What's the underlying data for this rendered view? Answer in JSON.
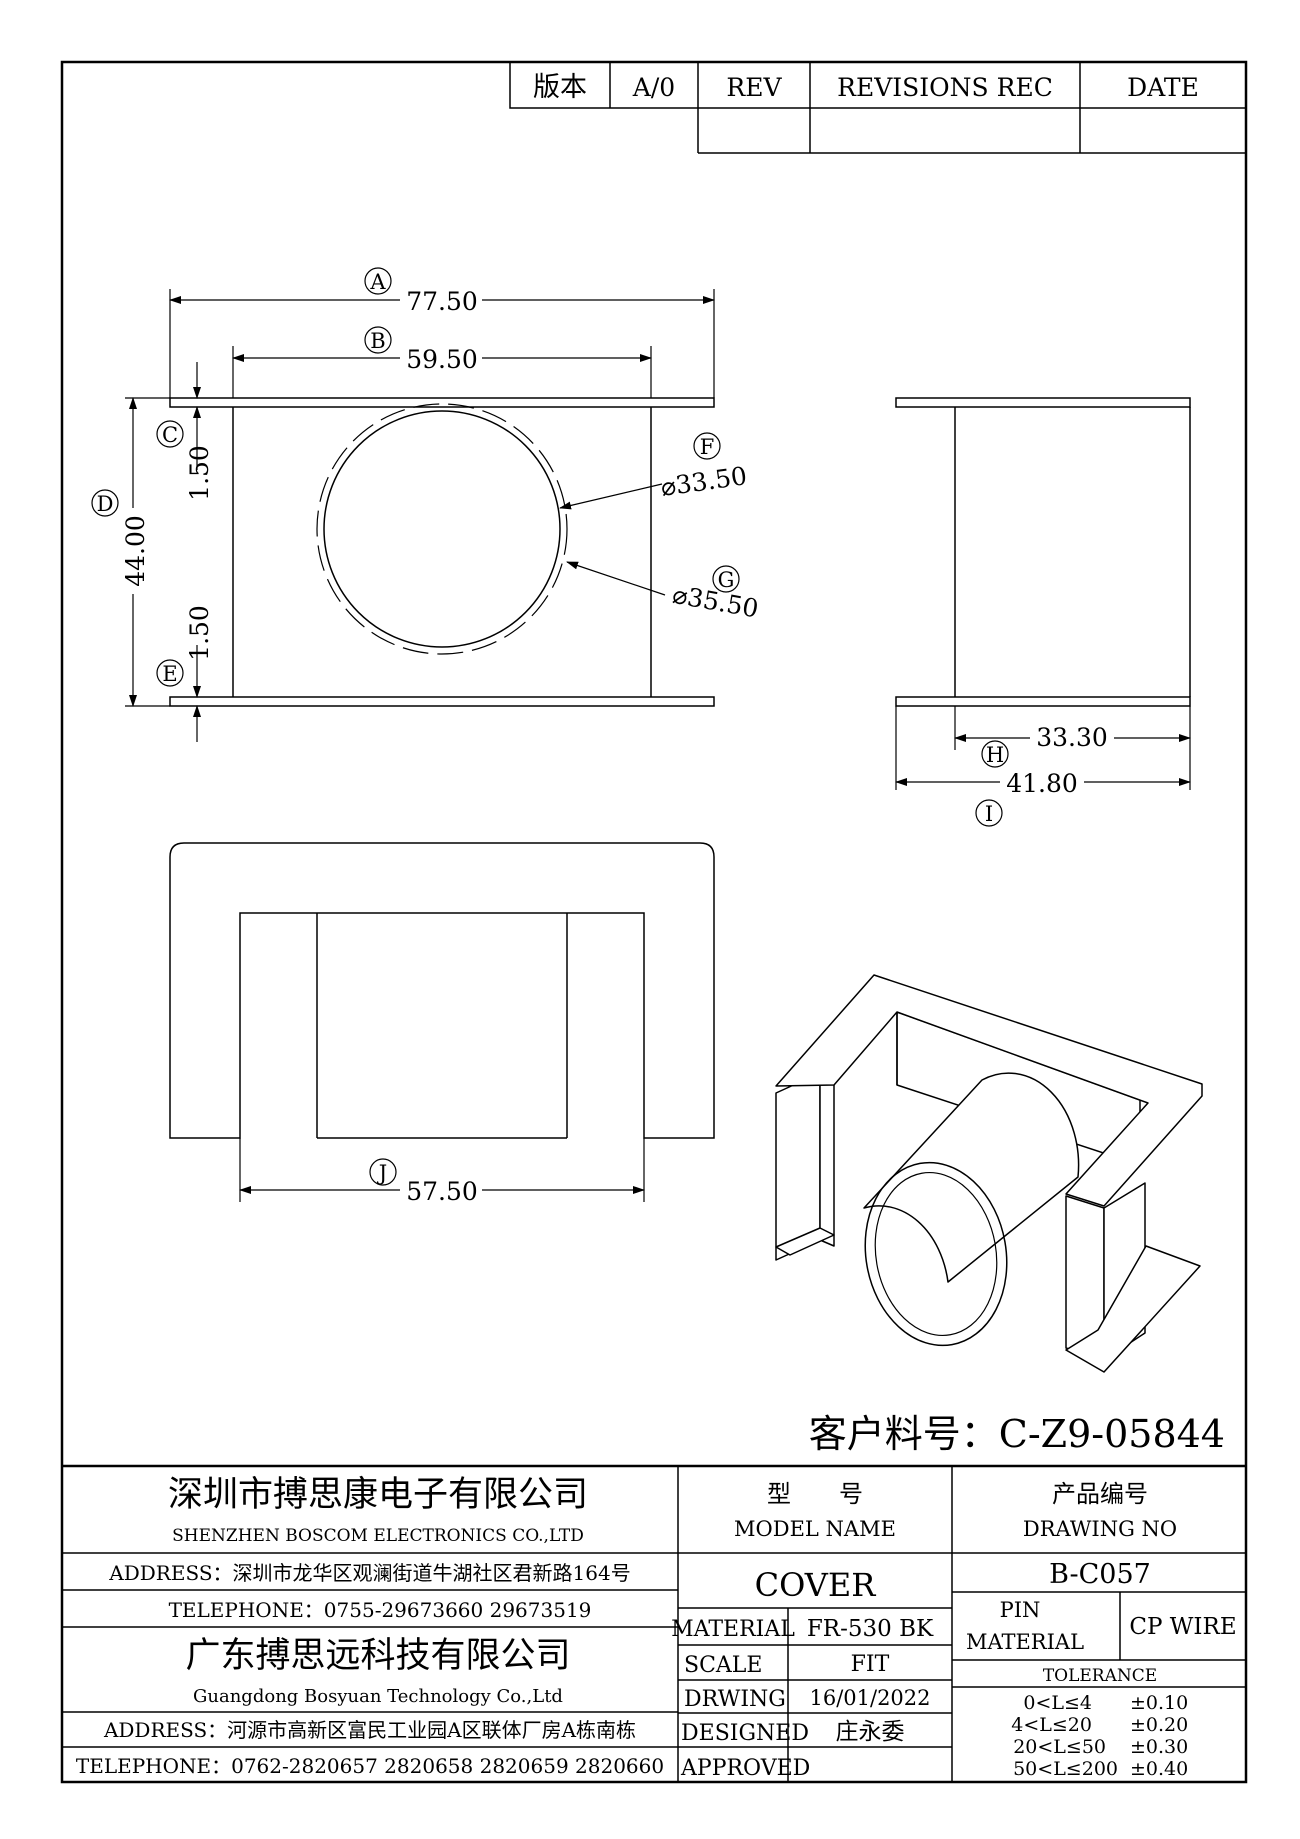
{
  "revision_table": {
    "version_label": "版本",
    "version_value": "A/0",
    "rev_header": "REV",
    "revisions_header": "REVISIONS REC",
    "date_header": "DATE"
  },
  "dimensions": {
    "A": {
      "marker": "A",
      "value": "77.50"
    },
    "B": {
      "marker": "B",
      "value": "59.50"
    },
    "C": {
      "marker": "C",
      "value": "1.50"
    },
    "D": {
      "marker": "D",
      "value": "44.00"
    },
    "E": {
      "marker": "E",
      "value": "1.50"
    },
    "F": {
      "marker": "F",
      "value": "⌀33.50"
    },
    "G": {
      "marker": "G",
      "value": "⌀35.50"
    },
    "H": {
      "marker": "H",
      "value": "33.30"
    },
    "I": {
      "marker": "I",
      "value": "41.80"
    },
    "J": {
      "marker": "J",
      "value": "57.50"
    }
  },
  "customer_part_no": "客户料号：C-Z9-05844",
  "title_block": {
    "company1_cn": "深圳市搏思康电子有限公司",
    "company1_en": "SHENZHEN BOSCOM ELECTRONICS CO.,LTD",
    "address1": "ADDRESS：深圳市龙华区观澜街道牛湖社区君新路164号",
    "telephone1": "TELEPHONE：0755-29673660 29673519",
    "company2_cn": "广东搏思远科技有限公司",
    "company2_en": "Guangdong Bosyuan Technology Co.,Ltd",
    "address2": "ADDRESS：河源市高新区富民工业园A区联体厂房A栋南栋",
    "telephone2": "TELEPHONE：0762-2820657 2820658 2820659 2820660",
    "model_label_cn": "型　　号",
    "model_label_en": "MODEL NAME",
    "model_value": "COVER",
    "drawing_label_cn": "产品编号",
    "drawing_label_en": "DRAWING NO",
    "drawing_value": "B-C057",
    "material_label": "MATERIAL",
    "material_value": "FR-530 BK",
    "pin_material_label_1": "PIN",
    "pin_material_label_2": "MATERIAL",
    "pin_material_value": "CP WIRE",
    "scale_label": "SCALE",
    "scale_value": "FIT",
    "drawing_date_label": "DRWING",
    "drawing_date_value": "16/01/2022",
    "designed_label": "DESIGNED",
    "designed_value": "庄永委",
    "approved_label": "APPROVED",
    "approved_value": "",
    "tolerance_label": "TOLERANCE",
    "tolerances": [
      {
        "range": "0<L≤4",
        "value": "±0.10"
      },
      {
        "range": "4<L≤20",
        "value": "±0.20"
      },
      {
        "range": "20<L≤50",
        "value": "±0.30"
      },
      {
        "range": "50<L≤200",
        "value": "±0.40"
      }
    ]
  }
}
